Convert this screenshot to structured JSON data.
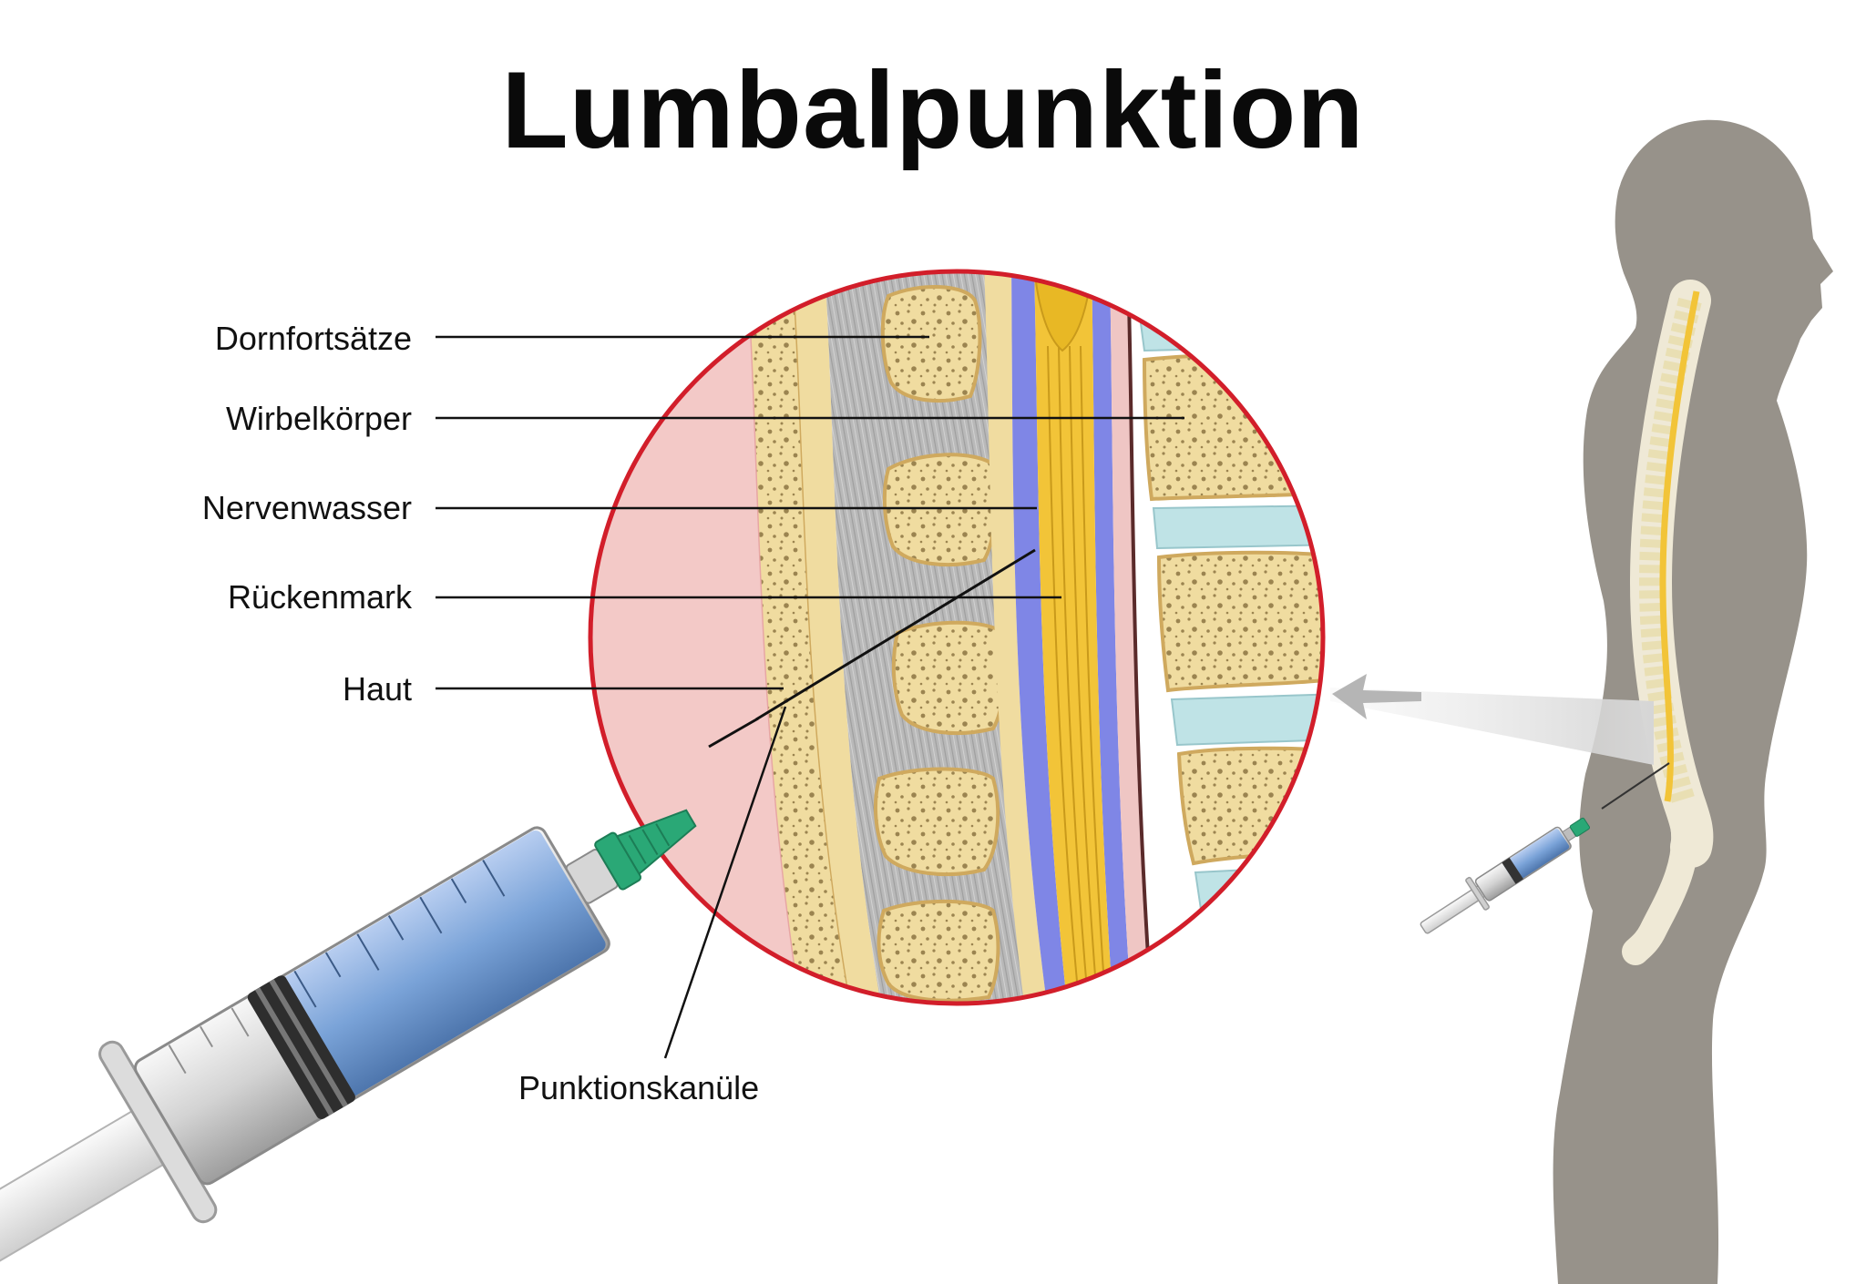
{
  "title": "Lumbalpunktion",
  "labels": {
    "dornfortsaetze": "Dornfortsätze",
    "wirbelkoerper": "Wirbelkörper",
    "nervenwasser": "Nervenwasser",
    "rueckenmark": "Rückenmark",
    "haut": "Haut",
    "punktionskanuele": "Punktionskanüle"
  },
  "colors": {
    "zoom_ring": "#d21e2a",
    "skin": "#f3c9c7",
    "bone": "#f0dca0",
    "muscle": "#b9b9b9",
    "csf": "#7f86e6",
    "spinal_cord": "#f2c438",
    "disc": "#bfe3e6",
    "silhouette": "#97928a",
    "syringe_liquid": "#7aa3d8",
    "needle_hub": "#2aa876"
  }
}
